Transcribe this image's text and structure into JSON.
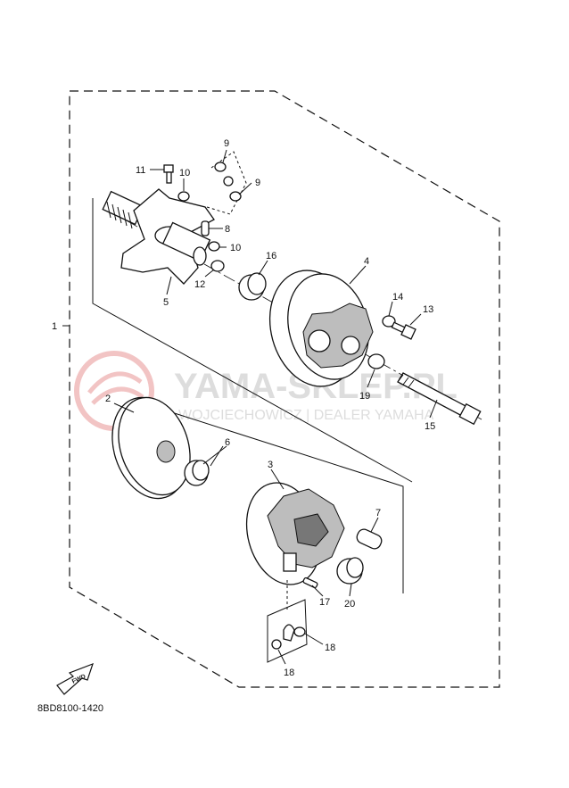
{
  "diagram_code": "8BD8100-1420",
  "fwd_label": "FWD",
  "watermark": {
    "title": "YAMA-SKLEP.PL",
    "subtitle": "WOJCIECHOWICZ | DEALER YAMAHA"
  },
  "callouts": {
    "c1": "1",
    "c2": "2",
    "c3": "3",
    "c4": "4",
    "c5": "5",
    "c6": "6",
    "c7": "7",
    "c8": "8",
    "c9a": "9",
    "c9b": "9",
    "c10a": "10",
    "c10b": "10",
    "c11": "11",
    "c12": "12",
    "c13": "13",
    "c14": "14",
    "c15": "15",
    "c16": "16",
    "c17": "17",
    "c18a": "18",
    "c18b": "18",
    "c19": "19",
    "c20": "20"
  }
}
